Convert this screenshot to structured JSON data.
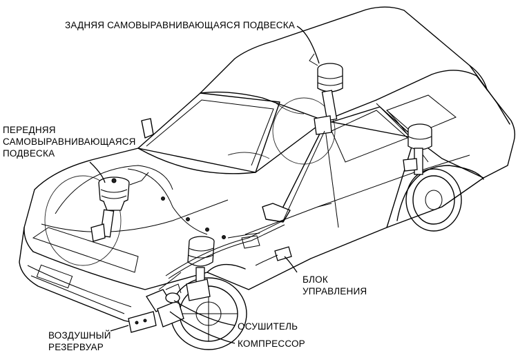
{
  "labels": {
    "rear_suspension": "ЗАДНЯЯ САМОВЫРАВНИВАЮЩАЯСЯ ПОДВЕСКА",
    "front_suspension": [
      "ПЕРЕДНЯЯ",
      "САМОВЫРАВНИВАЮЩАЯСЯ",
      "ПОДВЕСКА"
    ],
    "control_unit": [
      "БЛОК",
      "УПРАВЛЕНИЯ"
    ],
    "air_reservoir": [
      "ВОЗДУШНЫЙ",
      "РЕЗЕРВУАР"
    ],
    "dryer": "ОСУШИТЕЛЬ",
    "compressor": "КОМПРЕССОР"
  }
}
